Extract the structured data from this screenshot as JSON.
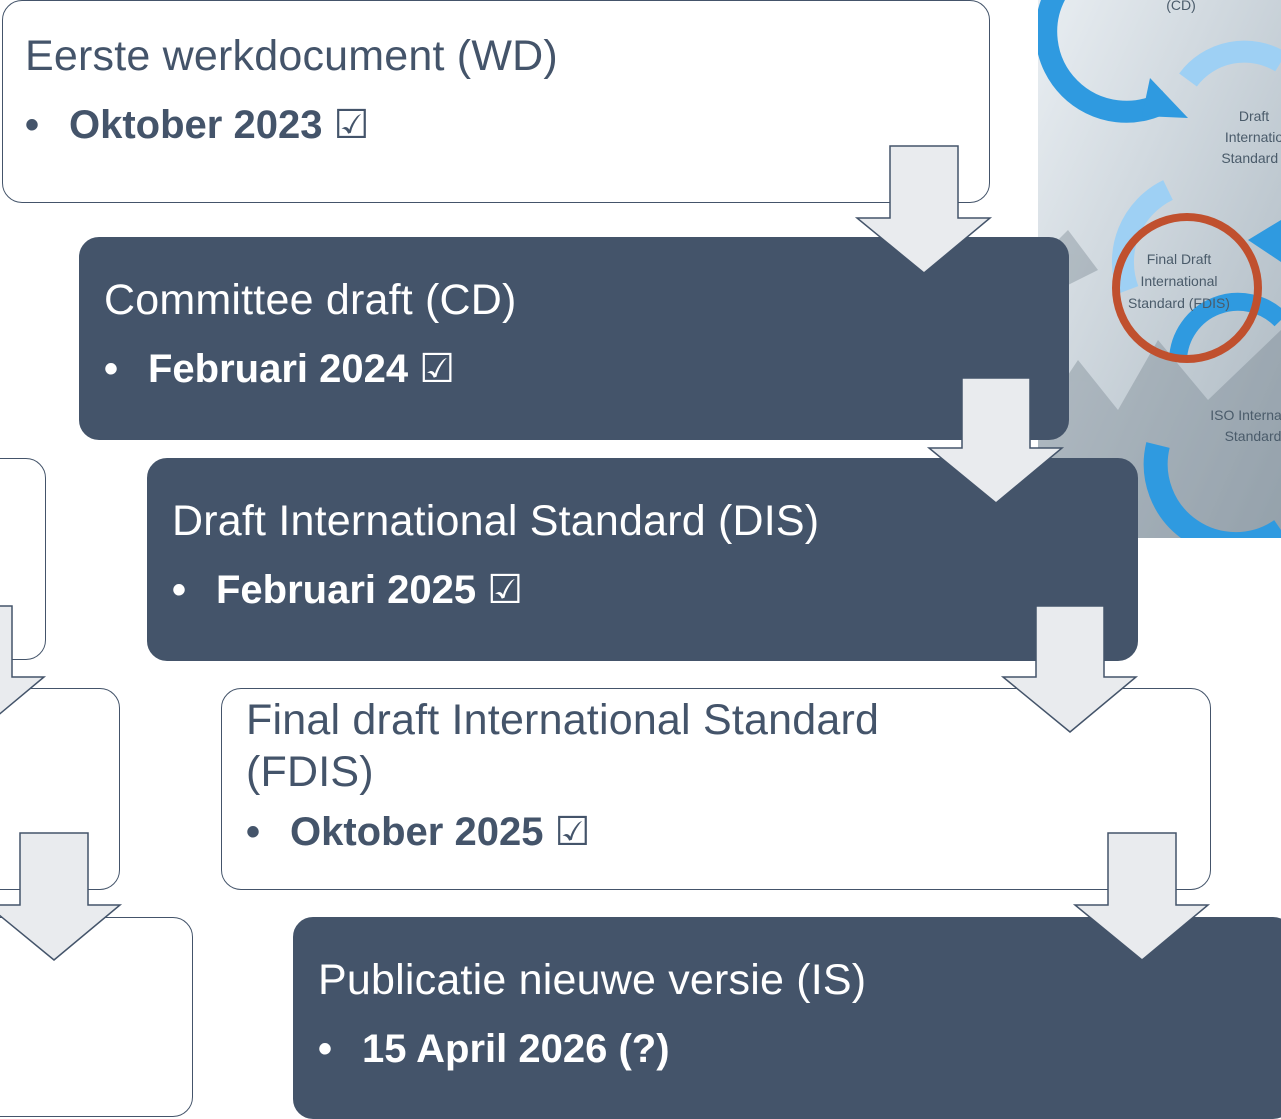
{
  "diagram": {
    "steps": [
      {
        "title": "Eerste werkdocument (WD)",
        "date": "Oktober 2023 ☑"
      },
      {
        "title": "Committee draft (CD)",
        "date": "Februari 2024 ☑"
      },
      {
        "title": "Draft International Standard (DIS)",
        "date": "Februari 2025 ☑"
      },
      {
        "title": "Final draft International Standard (FDIS)",
        "date": "Oktober 2025 ☑"
      },
      {
        "title": "Publicatie nieuwe versie (IS)",
        "date": "15 April 2026 (?)"
      }
    ],
    "bullet_symbol": "•"
  },
  "photo": {
    "labels": {
      "cd": "(CD)",
      "dis_line1": "Draft",
      "dis_line2": "Internatio",
      "dis_line3": "Standard (",
      "fdis_line1": "Final Draft",
      "fdis_line2": "International",
      "fdis_line3": "Standard (FDIS)",
      "is_line1": "ISO Internat",
      "is_line2": "Standard"
    }
  },
  "colors": {
    "dark_box": "#44546a",
    "light_box": "#ffffff",
    "highlight_ring": "#c0502e",
    "cycle_arrow": "#2f9ae0"
  }
}
